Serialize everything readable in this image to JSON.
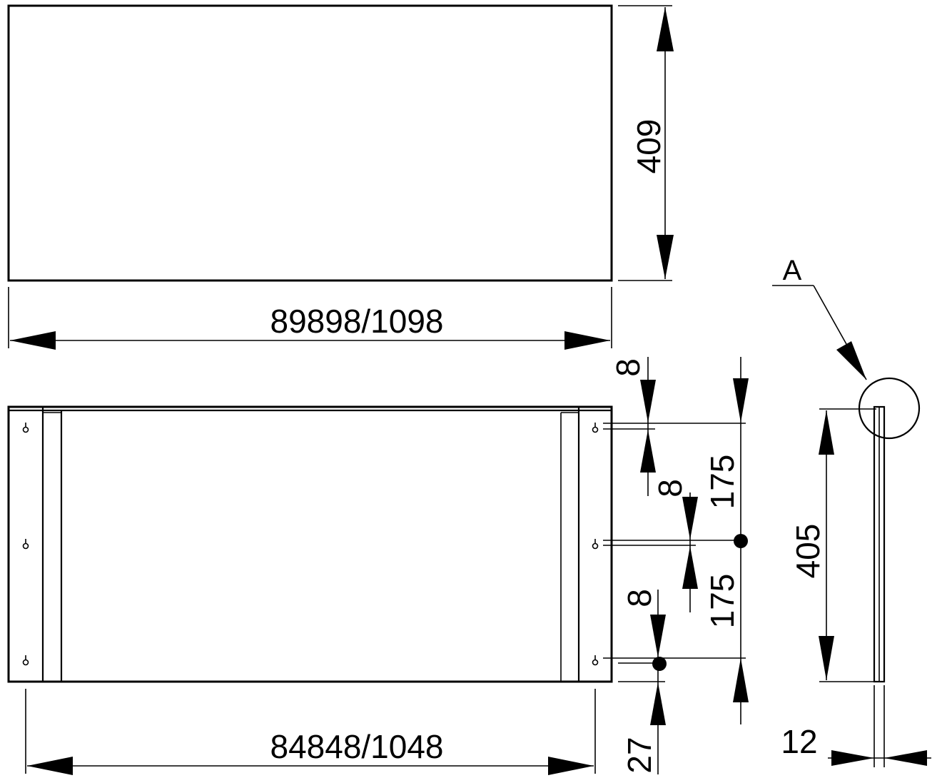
{
  "dimensions": {
    "top_width": "89898/1098",
    "top_height": "409",
    "bottom_width": "84848/1048",
    "offset_top": "8",
    "offset_mid": "8",
    "offset_low": "8",
    "spacing_upper": "175",
    "spacing_lower": "175",
    "bottom_margin": "27",
    "side_height": "405",
    "thickness": "12"
  },
  "labels": {
    "detail": "A"
  }
}
